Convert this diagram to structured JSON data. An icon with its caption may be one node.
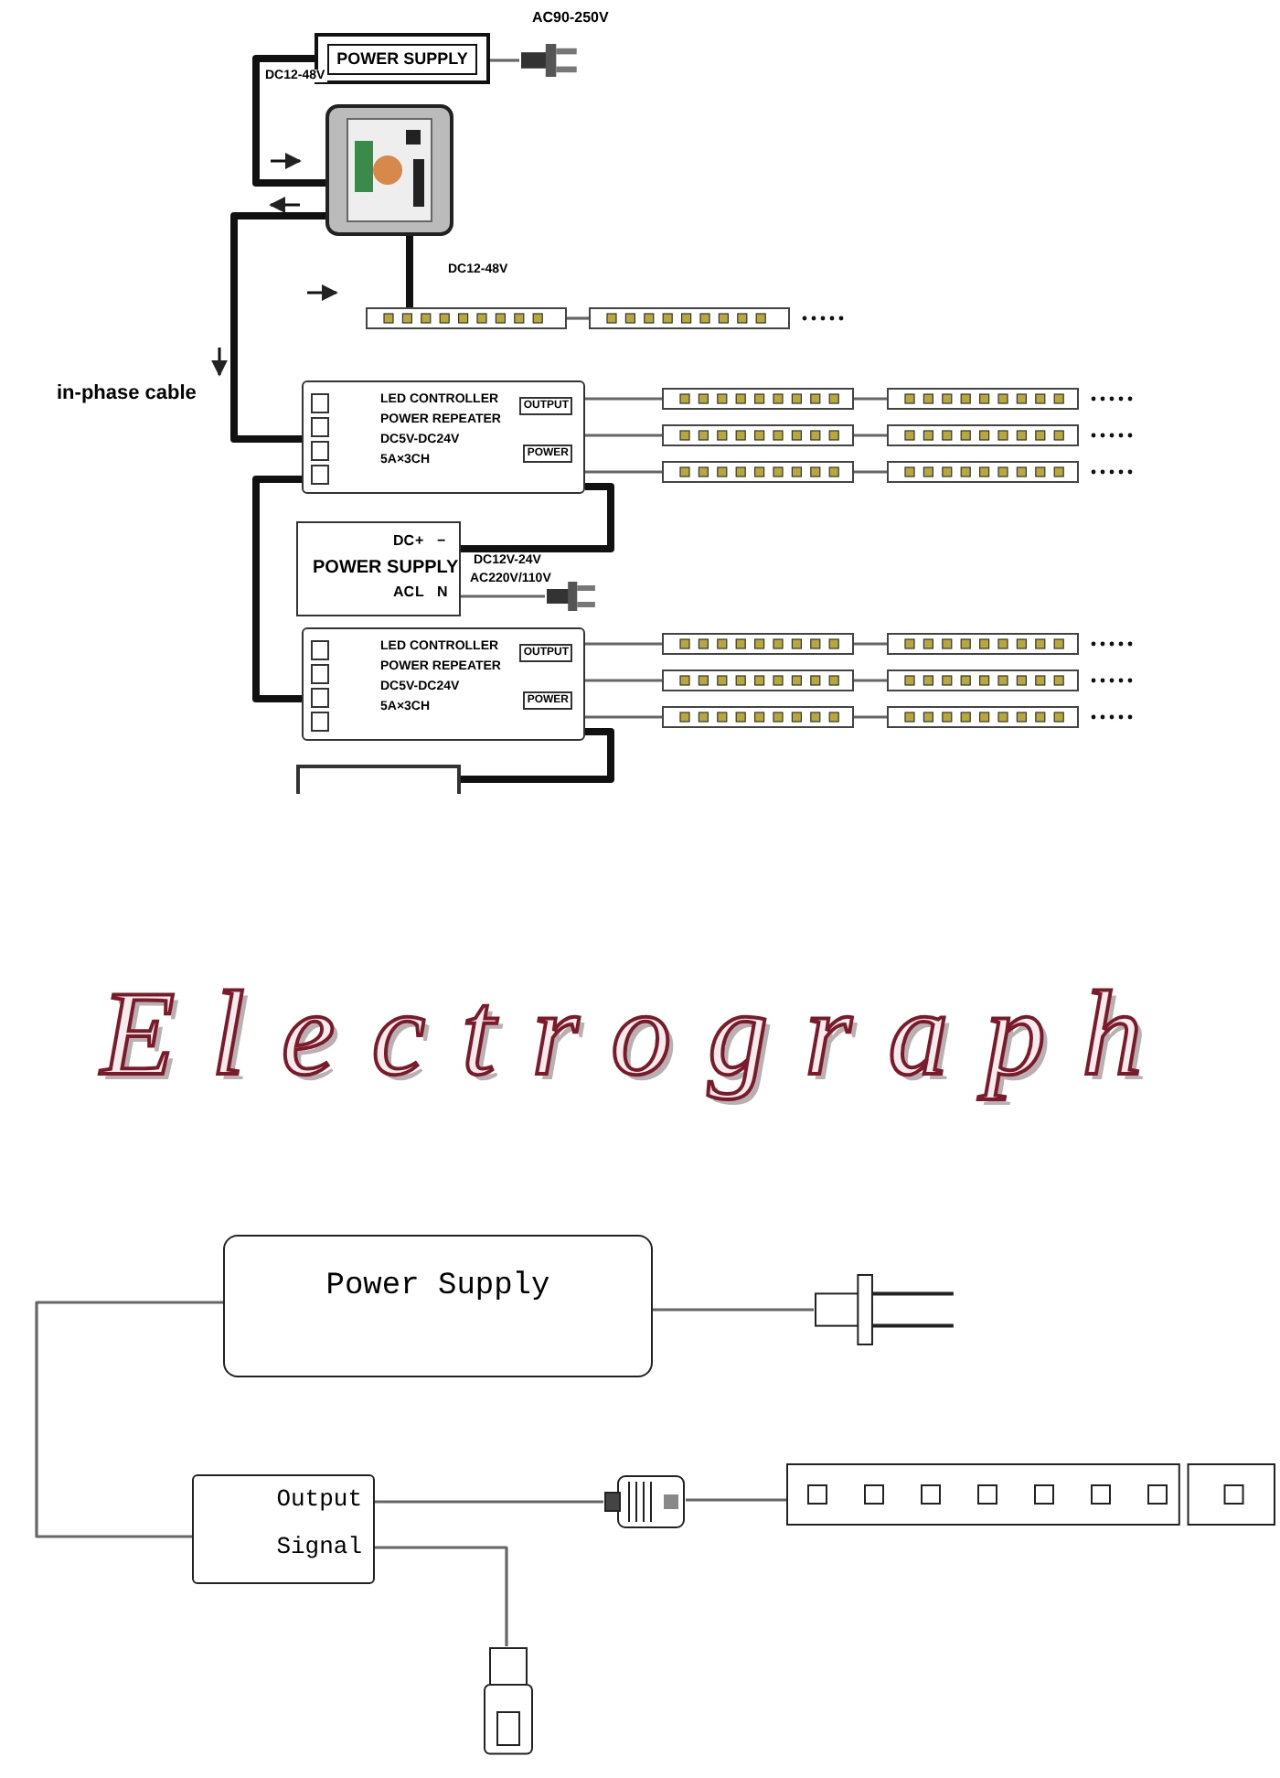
{
  "diagram": {
    "title": "Electrograph",
    "nodes": [
      {
        "text": [
          "POWER SUPPLY"
        ]
      },
      {
        "text": [],
        "shape": "picture"
      },
      {
        "text": [],
        "shape": "picture"
      },
      {
        "text": [],
        "shape": "picture"
      },
      {
        "text": [],
        "shape": "picture"
      },
      {
        "text": [
          "LED CONTROLLER",
          "POWER REPEATER",
          "DC5V-DC24V",
          "5A×3CH",
          "OUTPUT",
          "POWER"
        ]
      },
      {
        "text": [],
        "shape": "picture"
      },
      {
        "text": [],
        "shape": "picture"
      },
      {
        "text": [],
        "shape": "picture"
      },
      {
        "text": [],
        "shape": "picture"
      },
      {
        "text": [],
        "shape": "picture"
      },
      {
        "text": [],
        "shape": "picture"
      },
      {
        "text": [
          "POWER SUPPLY",
          "DC",
          "+",
          "−",
          "AC",
          "L",
          "N"
        ]
      },
      {
        "text": [],
        "shape": "picture"
      },
      {
        "text": [
          "LED CONTROLLER",
          "POWER REPEATER",
          "DC5V-DC24V",
          "5A×3CH",
          "OUTPUT",
          "POWER"
        ]
      },
      {
        "text": [],
        "shape": "picture"
      },
      {
        "text": [],
        "shape": "picture"
      },
      {
        "text": [],
        "shape": "picture"
      },
      {
        "text": [],
        "shape": "picture"
      },
      {
        "text": [],
        "shape": "picture"
      },
      {
        "text": [],
        "shape": "picture"
      },
      {
        "text": [],
        "shape": "box"
      },
      {
        "text": [
          "Power Supply"
        ]
      },
      {
        "text": [],
        "shape": "picture"
      },
      {
        "text": [
          "Output",
          "Signal"
        ]
      },
      {
        "text": [],
        "shape": "picture"
      },
      {
        "text": [],
        "shape": "picture"
      },
      {
        "text": [],
        "shape": "picture"
      }
    ],
    "edges": [
      {
        "from": 0,
        "to": 1,
        "arrow": "none",
        "label": "AC90-250V"
      },
      {
        "from": 0,
        "to": 2,
        "arrow": "none",
        "label": "DC12-48V",
        "style": "thick"
      },
      {
        "from": 2,
        "to": 3,
        "arrow": "none",
        "label": "DC12-48V",
        "style": "thick"
      },
      {
        "from": 3,
        "to": 4,
        "arrow": "none"
      },
      {
        "from": 2,
        "to": 5,
        "arrow": "none",
        "label": "in-phase cable",
        "style": "thick"
      },
      {
        "from": 5,
        "to": 6,
        "arrow": "none"
      },
      {
        "from": 6,
        "to": 7,
        "arrow": "none"
      },
      {
        "from": 5,
        "to": 8,
        "arrow": "none"
      },
      {
        "from": 8,
        "to": 9,
        "arrow": "none"
      },
      {
        "from": 5,
        "to": 10,
        "arrow": "none"
      },
      {
        "from": 10,
        "to": 11,
        "arrow": "none"
      },
      {
        "from": 12,
        "to": 5,
        "arrow": "none",
        "label": "DC12V-24V",
        "style": "thick"
      },
      {
        "from": 12,
        "to": 13,
        "arrow": "none",
        "label": "AC220V/110V"
      },
      {
        "from": 5,
        "to": 14,
        "arrow": "none",
        "style": "thick"
      },
      {
        "from": 14,
        "to": 15,
        "arrow": "none"
      },
      {
        "from": 15,
        "to": 16,
        "arrow": "none"
      },
      {
        "from": 14,
        "to": 17,
        "arrow": "none"
      },
      {
        "from": 17,
        "to": 18,
        "arrow": "none"
      },
      {
        "from": 14,
        "to": 19,
        "arrow": "none"
      },
      {
        "from": 19,
        "to": 20,
        "arrow": "none"
      },
      {
        "from": 21,
        "to": 14,
        "arrow": "none",
        "style": "thick"
      },
      {
        "from": 22,
        "to": 23,
        "arrow": "none"
      },
      {
        "from": 22,
        "to": 24,
        "arrow": "none"
      },
      {
        "from": 24,
        "to": 25,
        "arrow": "none"
      },
      {
        "from": 25,
        "to": 26,
        "arrow": "none"
      },
      {
        "from": 24,
        "to": 27,
        "arrow": "none"
      }
    ]
  }
}
